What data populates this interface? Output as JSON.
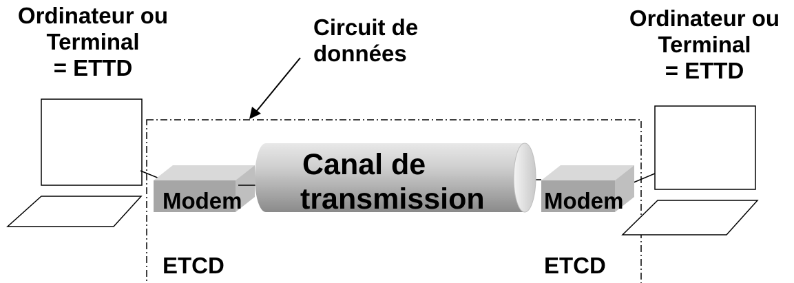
{
  "left_station": {
    "line1": "Ordinateur ou",
    "line2": "Terminal",
    "line3": "= ETTD"
  },
  "right_station": {
    "line1": "Ordinateur ou",
    "line2": "Terminal",
    "line3": "= ETTD"
  },
  "data_circuit": {
    "line1": "Circuit de",
    "line2": "données"
  },
  "channel": {
    "line1": "Canal de",
    "line2": "transmission"
  },
  "left_modem": {
    "label": "Modem",
    "caption": "ETCD"
  },
  "right_modem": {
    "label": "Modem",
    "caption": "ETCD"
  },
  "colors": {
    "modem_top": "#d9d9d9",
    "modem_front": "#a6a6a6",
    "cylinder_light": "#e6e6e6",
    "cylinder_dark": "#8c8c8c",
    "stroke": "#000000"
  }
}
